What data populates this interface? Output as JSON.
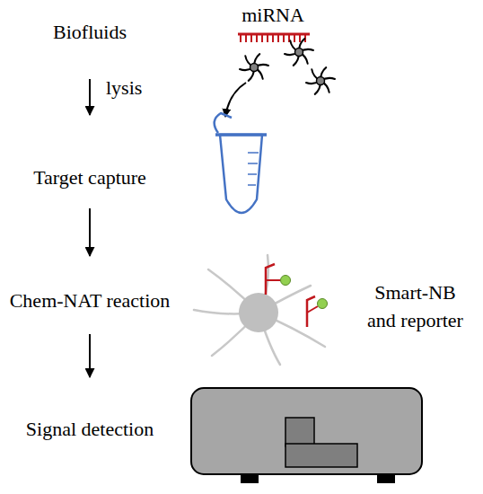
{
  "diagram": {
    "nodes": [
      {
        "text": [
          "Biofluids"
        ]
      },
      {
        "text": [
          "Target capture"
        ]
      },
      {
        "text": [
          "Chem-NAT reaction"
        ]
      },
      {
        "text": [
          "Signal detection"
        ]
      }
    ],
    "edges": [
      {
        "from": 0,
        "to": 1,
        "arrow": "to",
        "label": "lysis"
      },
      {
        "from": 1,
        "to": 2,
        "arrow": "to"
      },
      {
        "from": 2,
        "to": 3,
        "arrow": "to"
      }
    ],
    "labels": [
      "miRNA",
      "Smart-NB and reporter"
    ]
  }
}
